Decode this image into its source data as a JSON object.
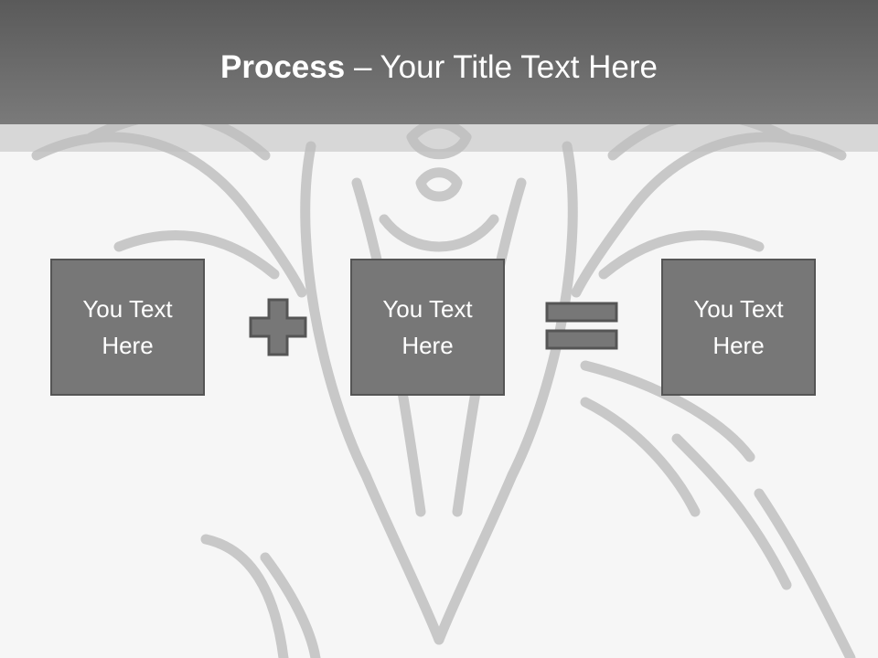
{
  "slide": {
    "title_bold": "Process",
    "title_separator": " – ",
    "title_rest": "Your Title Text Here"
  },
  "boxes": [
    {
      "line1": "You Text",
      "line2": "Here"
    },
    {
      "line1": "You Text",
      "line2": "Here"
    },
    {
      "line1": "You Text",
      "line2": "Here"
    }
  ],
  "operators": [
    "plus-icon",
    "equals-icon"
  ],
  "colors": {
    "title_bar": "#6a6a6a",
    "box_fill": "#777777",
    "box_border": "#555555",
    "background_art": "#c6c6c6"
  }
}
